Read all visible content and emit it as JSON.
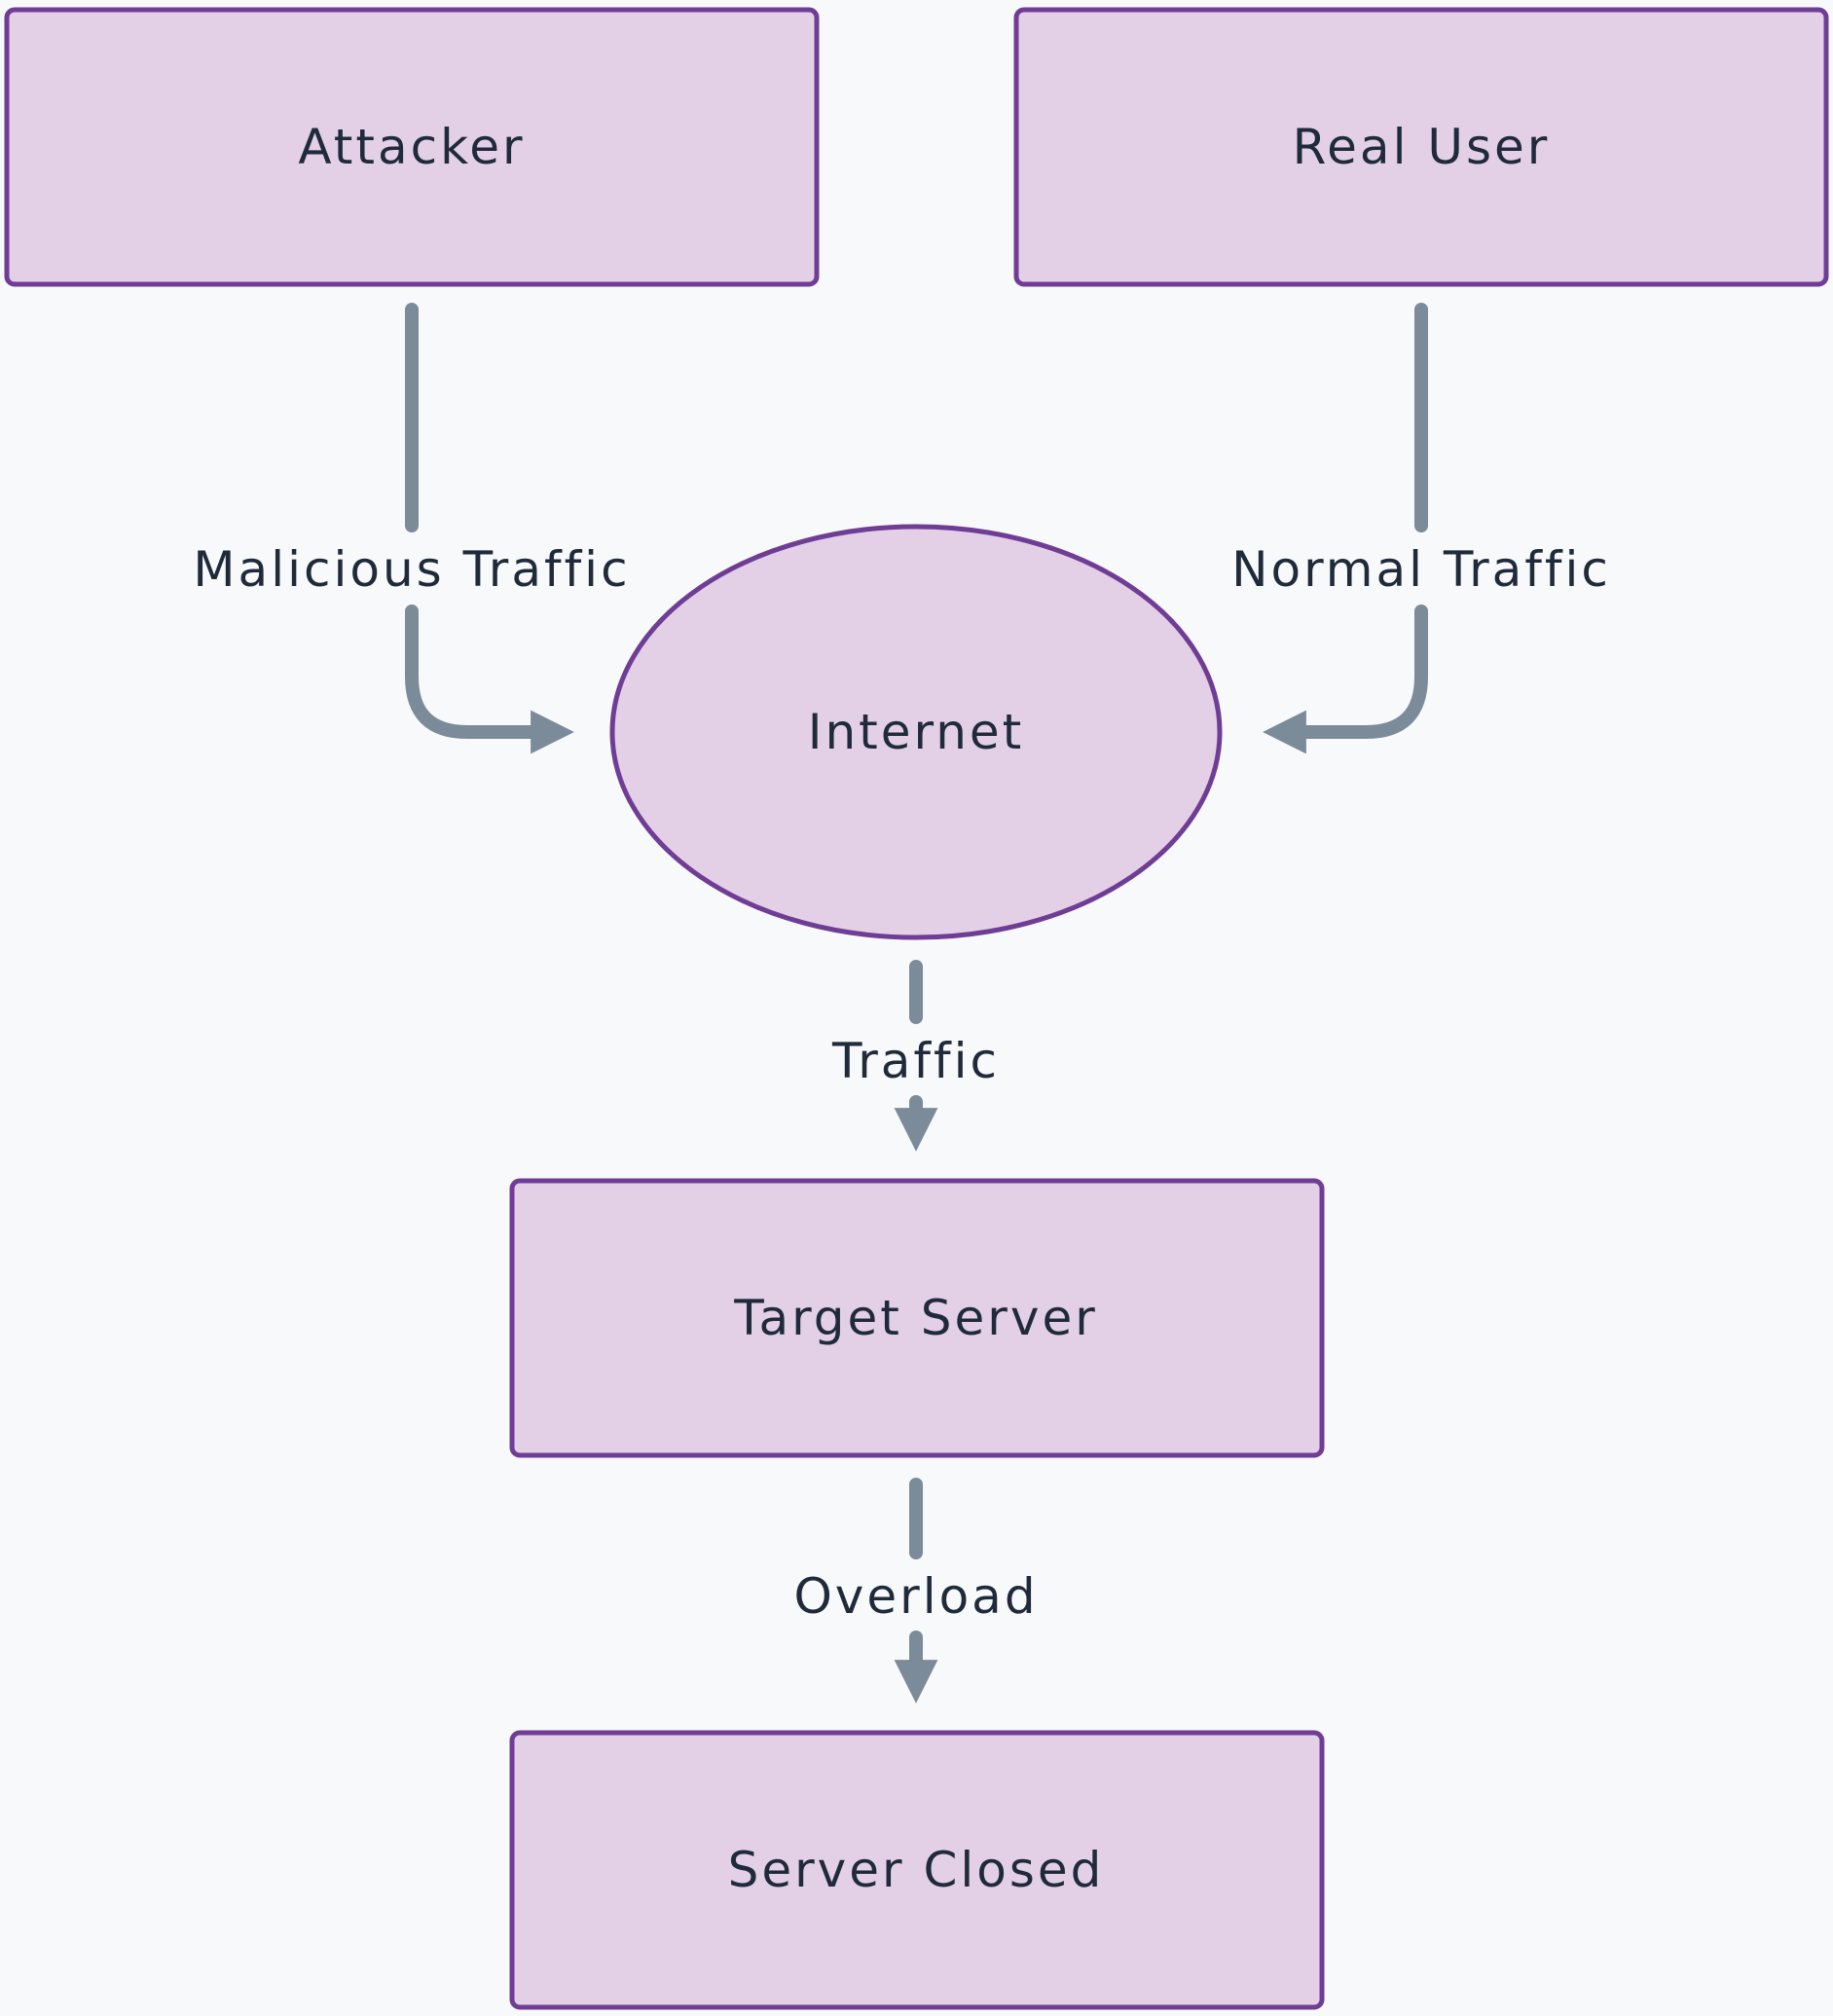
{
  "colors": {
    "background": "#f8f9fa",
    "node_fill": "#e3d0e6",
    "node_stroke": "#6f3d95",
    "edge": "#7c8b9a",
    "text": "#1f2a3a"
  },
  "nodes": {
    "attacker": {
      "label": "Attacker",
      "shape": "rectangle"
    },
    "real_user": {
      "label": "Real User",
      "shape": "rectangle"
    },
    "internet": {
      "label": "Internet",
      "shape": "ellipse"
    },
    "target_server": {
      "label": "Target Server",
      "shape": "rectangle"
    },
    "server_closed": {
      "label": "Server Closed",
      "shape": "rectangle"
    }
  },
  "edges": {
    "malicious": {
      "from": "Attacker",
      "to": "Internet",
      "label": "Malicious Traffic"
    },
    "normal": {
      "from": "Real User",
      "to": "Internet",
      "label": "Normal Traffic"
    },
    "traffic": {
      "from": "Internet",
      "to": "Target Server",
      "label": "Traffic"
    },
    "overload": {
      "from": "Target Server",
      "to": "Server Closed",
      "label": "Overload"
    }
  }
}
